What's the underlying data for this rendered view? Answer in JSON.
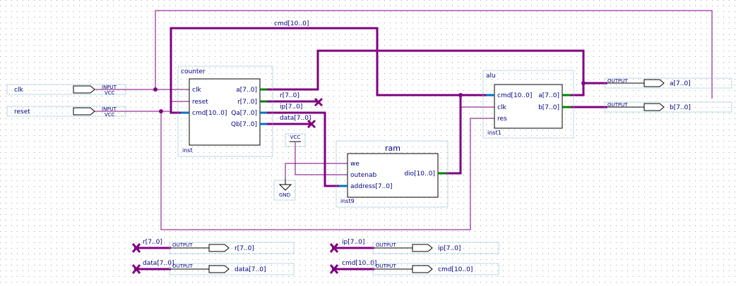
{
  "colors": {
    "wire_bus": "#800080",
    "wire_single": "#800080",
    "port_bus": "#008000",
    "port_single": "#0070c0",
    "outline": "#000000",
    "frame": "#79b4c8",
    "text": "#000080",
    "grid": "#b0b0b0"
  },
  "nets": {
    "cmd_top": "cmd[10..0]",
    "r": "r[7..0]",
    "ip": "ip[7..0]",
    "data": "data[7..0]"
  },
  "inputs": {
    "clk": {
      "name": "clk",
      "tag": "INPUT",
      "vcc": "VCC"
    },
    "reset": {
      "name": "reset",
      "tag": "INPUT",
      "vcc": "VCC"
    }
  },
  "counter": {
    "title": "counter",
    "inst": "inst",
    "ports_in": [
      "clk",
      "reset",
      "cmd[10..0]"
    ],
    "ports_out": [
      "a[7..0]",
      "r[7..0]",
      "Qa[7..0]",
      "Qb[7..0]"
    ]
  },
  "alu": {
    "title": "alu",
    "inst": "inst1",
    "ports_in": [
      "cmd[10..0]",
      "clk",
      "res"
    ],
    "ports_out": [
      "a[7..0]",
      "b[7..0]"
    ]
  },
  "ram": {
    "title": "ram",
    "inst": "inst9",
    "ports_in": [
      "we",
      "outenab",
      "address[7..0]"
    ],
    "ports_out": [
      "dio[10..0]"
    ]
  },
  "vcc_label": "VCC",
  "gnd_label": "GND",
  "outputs": {
    "a": {
      "tag": "OUTPUT",
      "name": "a[7..0]"
    },
    "b": {
      "tag": "OUTPUT",
      "name": "b[7..0]"
    },
    "r": {
      "net": "r[7..0]",
      "tag": "OUTPUT",
      "name": "r[7..0]"
    },
    "data": {
      "net": "data[7..0]",
      "tag": "OUTPUT",
      "name": "data[7..0]"
    },
    "ip": {
      "net": "ip[7..0]",
      "tag": "OUTPUT",
      "name": "ip[7..0]"
    },
    "cmd": {
      "net": "cmd[10..0]",
      "tag": "OUTPUT",
      "name": "cmd[10..0]"
    }
  }
}
